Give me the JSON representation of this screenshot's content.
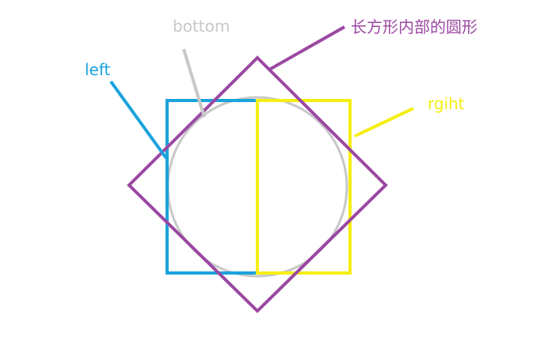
{
  "labels": {
    "bottom": "bottom",
    "left": "left",
    "right": "rgiht",
    "inner_circle": "长方形内部的圆形"
  },
  "colors": {
    "bottom": "#c8c8c8",
    "left": "#1aa3dc",
    "right": "#f5ee12",
    "inner_circle": "#9b48a2",
    "background": "#ffffff"
  }
}
